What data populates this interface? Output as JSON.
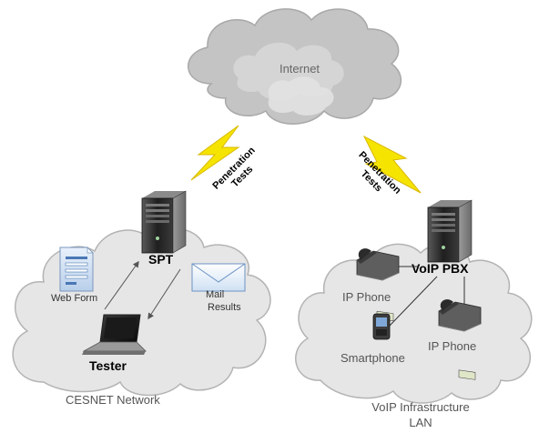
{
  "labels": {
    "internet": "Internet",
    "pentest_left": [
      "Penetration",
      "Tests"
    ],
    "pentest_right": [
      "Penetration",
      "Tests"
    ],
    "spt": "SPT",
    "web_form": "Web Form",
    "mail_results": [
      "Mail",
      "Results"
    ],
    "tester": "Tester",
    "cesnet": "CESNET Network",
    "voip_pbx": "VoIP PBX",
    "ip_phone_left": "IP Phone",
    "ip_phone_right": "IP Phone",
    "smartphone": "Smartphone",
    "voip_lan": [
      "VoIP Infrastructure",
      "LAN"
    ]
  },
  "colors": {
    "cloud_fill": "#e4e4e4",
    "cloud_stroke": "#b3b3b3",
    "internet_cloud_fill": "#c9c9c9",
    "lightning": "#f5e400",
    "lightning_stroke": "#d9b900",
    "server_dark": "#2b2b2b",
    "caption_text": "#555555",
    "label_text": "#333333",
    "connector": "#555555"
  },
  "icons": {
    "servers": [
      "server-tower-icon",
      "server-tower-icon"
    ],
    "laptop": "laptop-icon",
    "web_form": "web-form-document-icon",
    "mail": "envelope-icon",
    "desk_phones": [
      "desk-ip-phone-icon",
      "desk-ip-phone-icon"
    ],
    "smartphone": "smartphone-icon",
    "lightning": [
      "lightning-bolt-icon",
      "lightning-bolt-icon"
    ]
  }
}
